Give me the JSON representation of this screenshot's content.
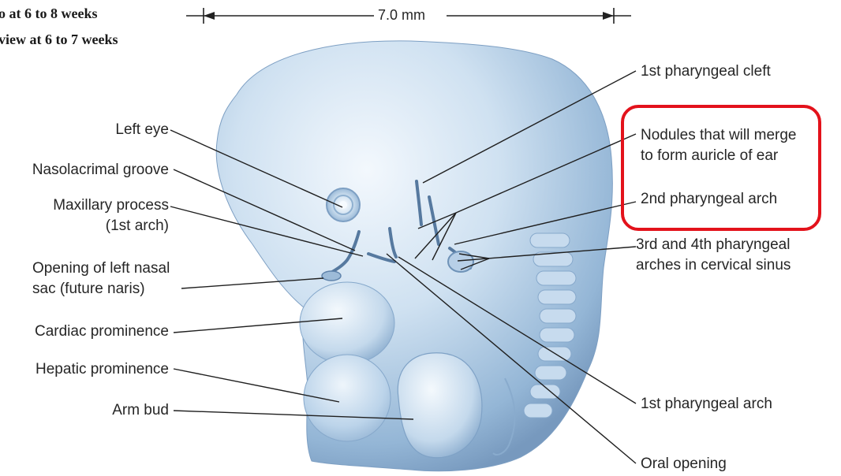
{
  "header": {
    "line1": "o at 6 to 8 weeks",
    "line2": "view at 6 to 7 weeks"
  },
  "scale_bar": {
    "label": "7.0 mm"
  },
  "labels": {
    "left_eye": "Left eye",
    "nasolacrimal_groove": "Nasolacrimal groove",
    "maxillary_process_l1": "Maxillary process",
    "maxillary_process_l2": "(1st arch)",
    "nasal_sac_l1": "Opening of left nasal",
    "nasal_sac_l2": "sac (future naris)",
    "cardiac_prominence": "Cardiac prominence",
    "hepatic_prominence": "Hepatic prominence",
    "arm_bud": "Arm bud",
    "first_pharyngeal_cleft": "1st pharyngeal cleft",
    "nodules_l1": "Nodules that will merge",
    "nodules_l2": "to form auricle of ear",
    "second_pharyngeal_arch": "2nd pharyngeal arch",
    "third_fourth_arches_l1": "3rd and 4th pharyngeal",
    "third_fourth_arches_l2": "arches in cervical sinus",
    "first_pharyngeal_arch": "1st pharyngeal arch",
    "oral_opening": "Oral opening"
  },
  "colors": {
    "highlight_box": "#e3121b",
    "embryo_light": "#dbe9f5",
    "embryo_mid": "#a9c6e0",
    "embryo_dark": "#6f93b8",
    "leader_line": "#1f1f1f"
  }
}
